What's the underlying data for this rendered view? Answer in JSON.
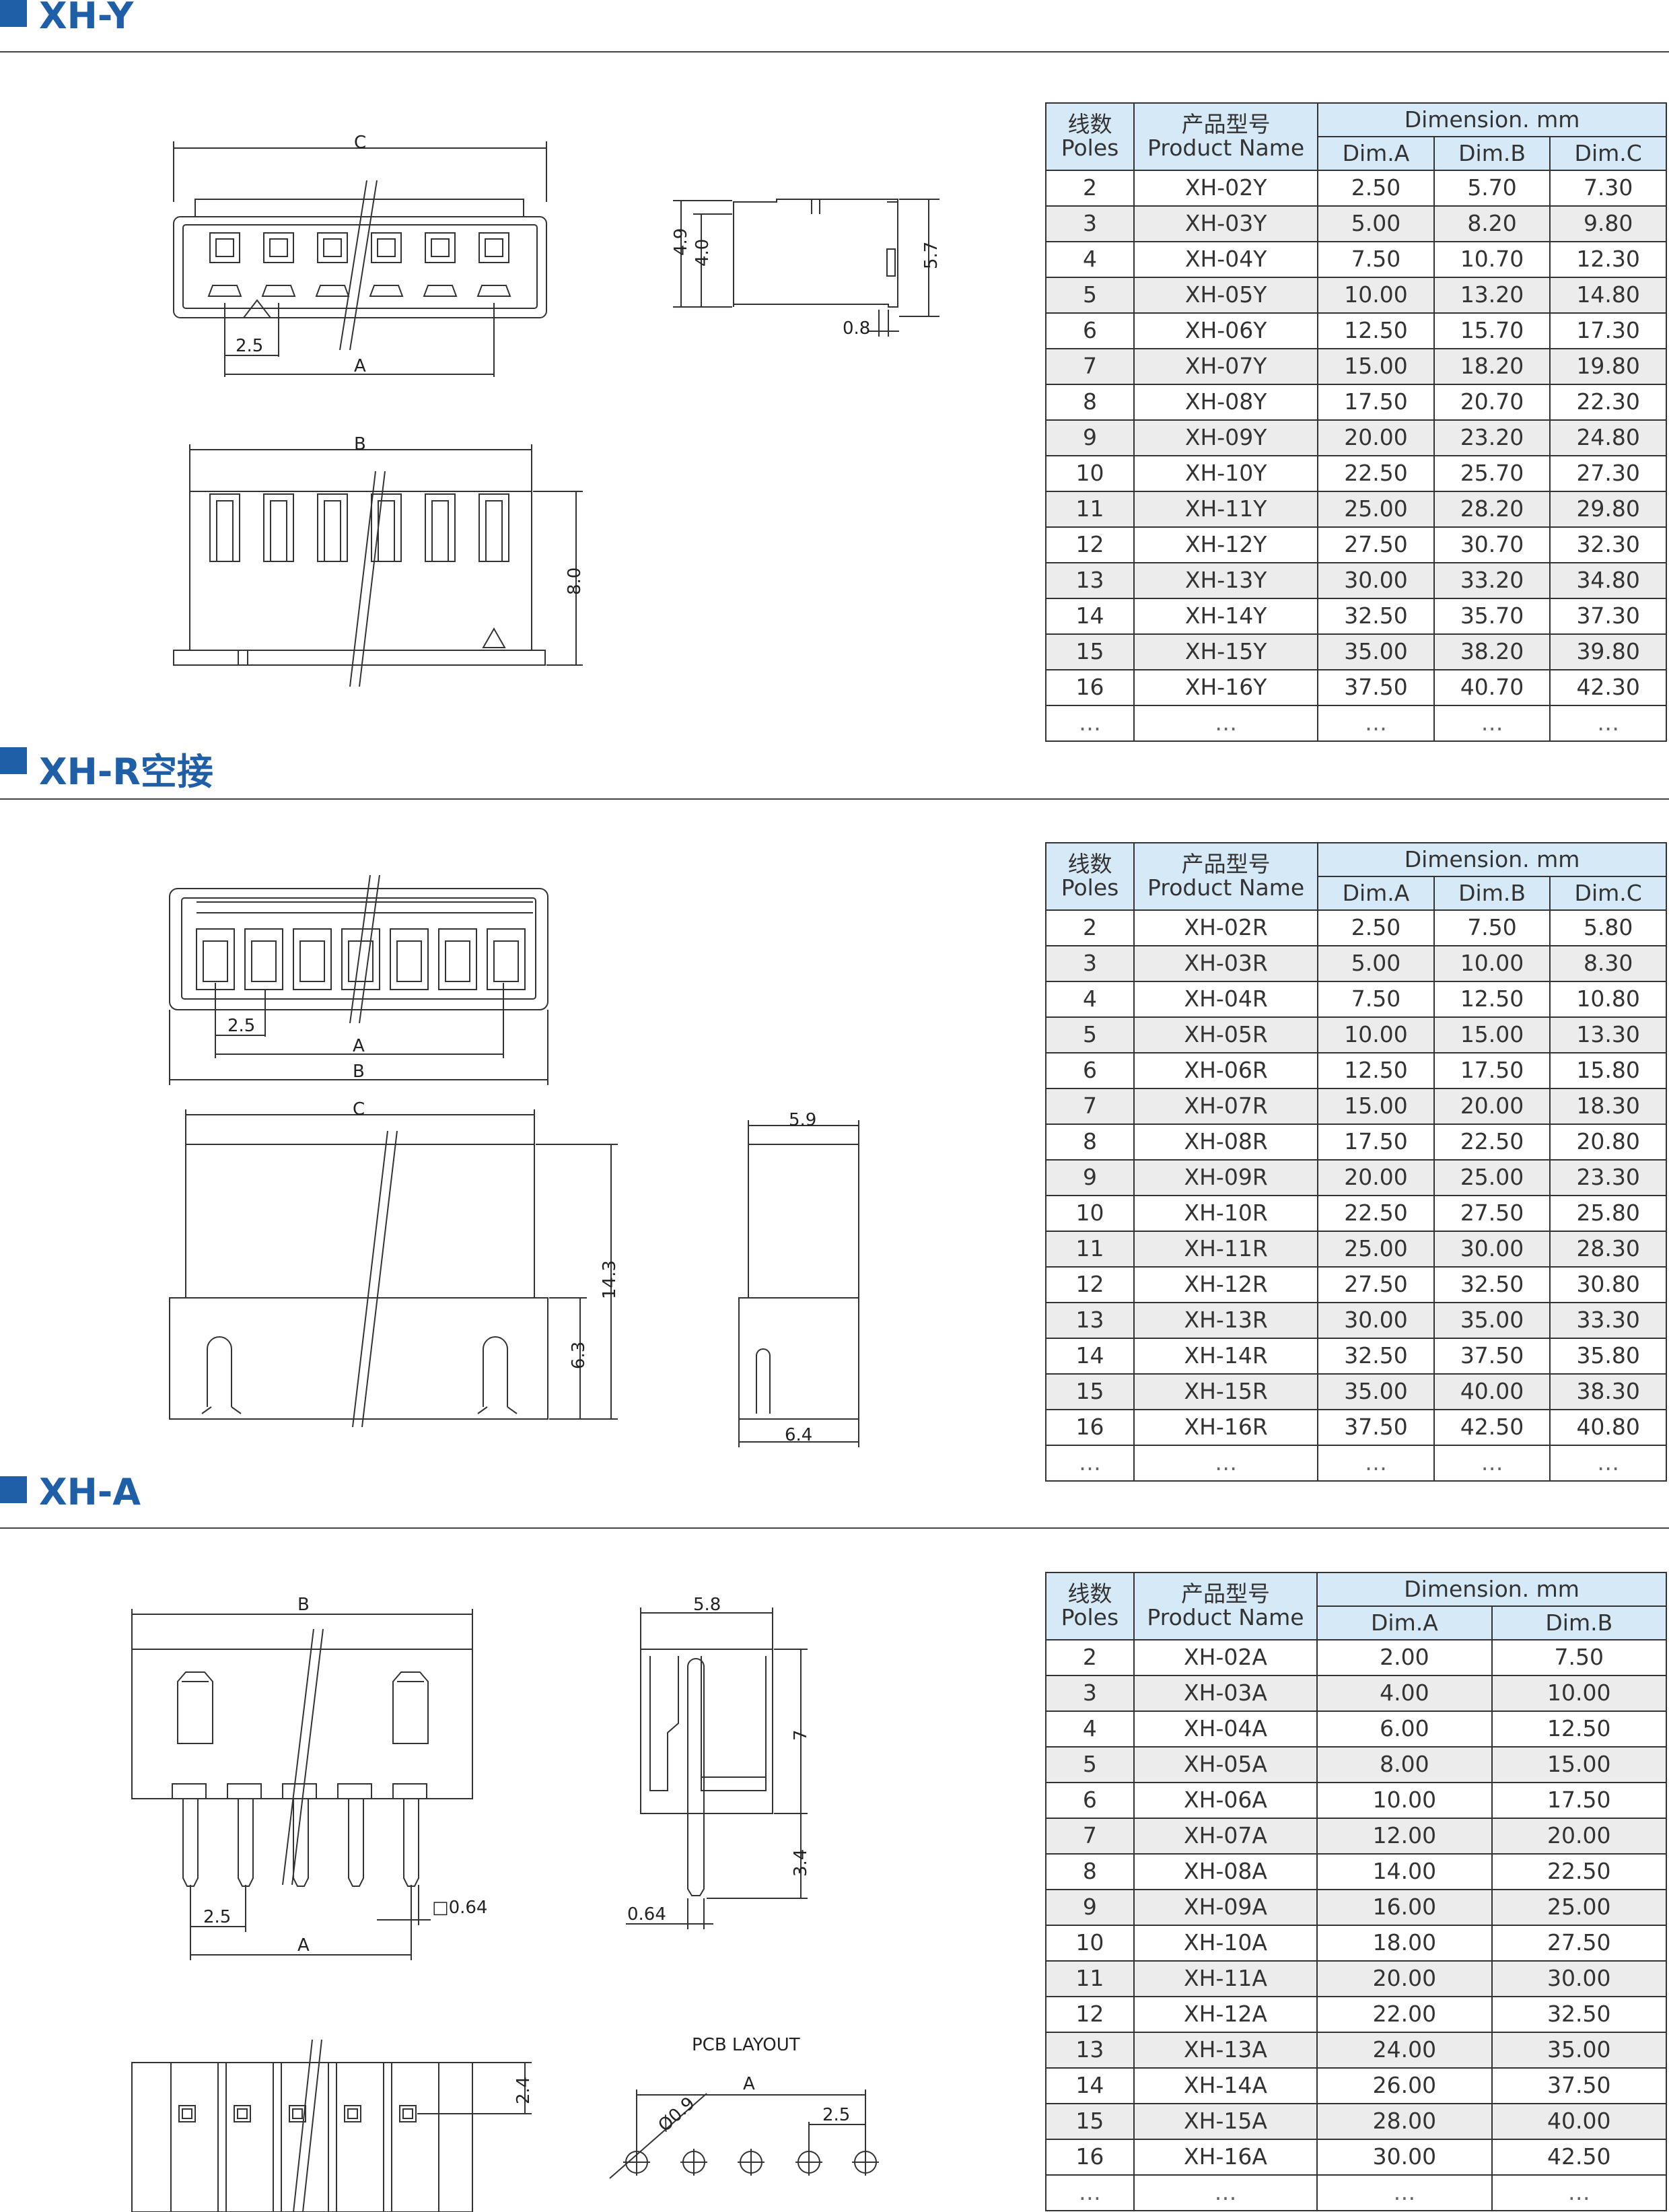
{
  "sections": [
    {
      "title": "XH-Y"
    },
    {
      "title": "XH-R空接"
    },
    {
      "title": "XH-A"
    }
  ],
  "accent_color": "#1f5fa8",
  "table_header": {
    "poles_cn": "线数",
    "poles_en": "Poles",
    "name_cn": "产品型号",
    "name_en": "Product Name",
    "dimension": "Dimension. mm",
    "dim_a": "Dim.A",
    "dim_b": "Dim.B",
    "dim_c": "Dim.C"
  },
  "tables": {
    "xh_y": [
      [
        "2",
        "XH-02Y",
        "2.50",
        "5.70",
        "7.30"
      ],
      [
        "3",
        "XH-03Y",
        "5.00",
        "8.20",
        "9.80"
      ],
      [
        "4",
        "XH-04Y",
        "7.50",
        "10.70",
        "12.30"
      ],
      [
        "5",
        "XH-05Y",
        "10.00",
        "13.20",
        "14.80"
      ],
      [
        "6",
        "XH-06Y",
        "12.50",
        "15.70",
        "17.30"
      ],
      [
        "7",
        "XH-07Y",
        "15.00",
        "18.20",
        "19.80"
      ],
      [
        "8",
        "XH-08Y",
        "17.50",
        "20.70",
        "22.30"
      ],
      [
        "9",
        "XH-09Y",
        "20.00",
        "23.20",
        "24.80"
      ],
      [
        "10",
        "XH-10Y",
        "22.50",
        "25.70",
        "27.30"
      ],
      [
        "11",
        "XH-11Y",
        "25.00",
        "28.20",
        "29.80"
      ],
      [
        "12",
        "XH-12Y",
        "27.50",
        "30.70",
        "32.30"
      ],
      [
        "13",
        "XH-13Y",
        "30.00",
        "33.20",
        "34.80"
      ],
      [
        "14",
        "XH-14Y",
        "32.50",
        "35.70",
        "37.30"
      ],
      [
        "15",
        "XH-15Y",
        "35.00",
        "38.20",
        "39.80"
      ],
      [
        "16",
        "XH-16Y",
        "37.50",
        "40.70",
        "42.30"
      ],
      [
        "…",
        "…",
        "…",
        "…",
        "…"
      ]
    ],
    "xh_r": [
      [
        "2",
        "XH-02R",
        "2.50",
        "7.50",
        "5.80"
      ],
      [
        "3",
        "XH-03R",
        "5.00",
        "10.00",
        "8.30"
      ],
      [
        "4",
        "XH-04R",
        "7.50",
        "12.50",
        "10.80"
      ],
      [
        "5",
        "XH-05R",
        "10.00",
        "15.00",
        "13.30"
      ],
      [
        "6",
        "XH-06R",
        "12.50",
        "17.50",
        "15.80"
      ],
      [
        "7",
        "XH-07R",
        "15.00",
        "20.00",
        "18.30"
      ],
      [
        "8",
        "XH-08R",
        "17.50",
        "22.50",
        "20.80"
      ],
      [
        "9",
        "XH-09R",
        "20.00",
        "25.00",
        "23.30"
      ],
      [
        "10",
        "XH-10R",
        "22.50",
        "27.50",
        "25.80"
      ],
      [
        "11",
        "XH-11R",
        "25.00",
        "30.00",
        "28.30"
      ],
      [
        "12",
        "XH-12R",
        "27.50",
        "32.50",
        "30.80"
      ],
      [
        "13",
        "XH-13R",
        "30.00",
        "35.00",
        "33.30"
      ],
      [
        "14",
        "XH-14R",
        "32.50",
        "37.50",
        "35.80"
      ],
      [
        "15",
        "XH-15R",
        "35.00",
        "40.00",
        "38.30"
      ],
      [
        "16",
        "XH-16R",
        "37.50",
        "42.50",
        "40.80"
      ],
      [
        "…",
        "…",
        "…",
        "…",
        "…"
      ]
    ],
    "xh_a": [
      [
        "2",
        "XH-02A",
        "2.00",
        "7.50"
      ],
      [
        "3",
        "XH-03A",
        "4.00",
        "10.00"
      ],
      [
        "4",
        "XH-04A",
        "6.00",
        "12.50"
      ],
      [
        "5",
        "XH-05A",
        "8.00",
        "15.00"
      ],
      [
        "6",
        "XH-06A",
        "10.00",
        "17.50"
      ],
      [
        "7",
        "XH-07A",
        "12.00",
        "20.00"
      ],
      [
        "8",
        "XH-08A",
        "14.00",
        "22.50"
      ],
      [
        "9",
        "XH-09A",
        "16.00",
        "25.00"
      ],
      [
        "10",
        "XH-10A",
        "18.00",
        "27.50"
      ],
      [
        "11",
        "XH-11A",
        "20.00",
        "30.00"
      ],
      [
        "12",
        "XH-12A",
        "22.00",
        "32.50"
      ],
      [
        "13",
        "XH-13A",
        "24.00",
        "35.00"
      ],
      [
        "14",
        "XH-14A",
        "26.00",
        "37.50"
      ],
      [
        "15",
        "XH-15A",
        "28.00",
        "40.00"
      ],
      [
        "16",
        "XH-16A",
        "30.00",
        "42.50"
      ],
      [
        "…",
        "…",
        "…",
        "…"
      ]
    ]
  },
  "drawing_labels": {
    "y_c": "C",
    "y_a": "A",
    "y_b": "B",
    "y_pitch": "2.5",
    "y_h1": "4.9",
    "y_h2": "4.0",
    "y_h3": "5.7",
    "y_t": "0.8",
    "y_h4": "8.0",
    "r_a": "A",
    "r_b": "B",
    "r_c": "C",
    "r_pitch": "2.5",
    "r_w1": "5.9",
    "r_w2": "6.4",
    "r_h1": "14.3",
    "r_h2": "6.3",
    "a_b": "B",
    "a_a": "A",
    "a_pitch": "2.5",
    "a_pin": "□0.64",
    "a_w": "5.8",
    "a_h1": "7",
    "a_h2": "3.4",
    "a_t": "0.64",
    "a_h3": "2.4",
    "pcb_title": "PCB LAYOUT",
    "pcb_a": "A",
    "pcb_pitch": "2.5",
    "pcb_hole": "Ø0.9"
  }
}
